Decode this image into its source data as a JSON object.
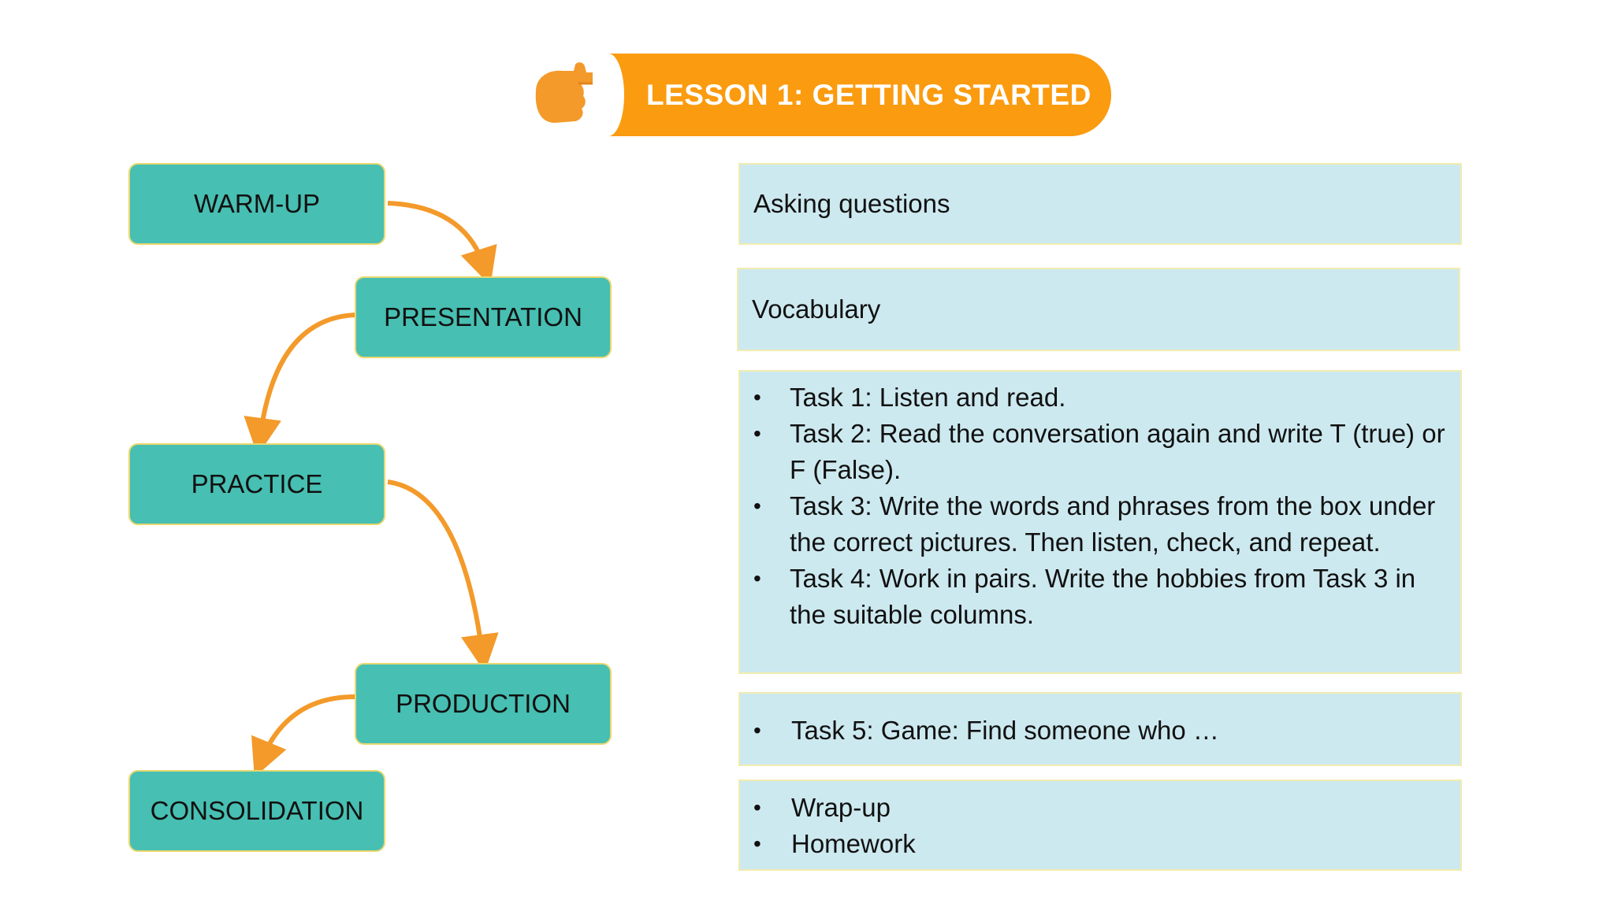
{
  "title": "LESSON 1: GETTING STARTED",
  "colors": {
    "banner": "#fb9b0f",
    "stage_fill": "#47bfb2",
    "stage_border": "#e9d870",
    "panel_fill": "#cde9f0",
    "arrow": "#f39a2a"
  },
  "icons": {
    "pointer": "pointing-hand-icon"
  },
  "stages": [
    "WARM-UP",
    "PRESENTATION",
    "PRACTICE",
    "PRODUCTION",
    "CONSOLIDATION"
  ],
  "panels": {
    "warmup": "Asking questions",
    "presentation": "Vocabulary",
    "practice": [
      "Task 1: Listen and read.",
      "Task 2: Read the conversation again and write T (true) or F (False).",
      "Task 3: Write the words and phrases from the box under the correct pictures. Then listen, check, and repeat.",
      "Task 4: Work in pairs. Write the hobbies from Task 3 in the suitable columns."
    ],
    "production": [
      "Task 5: Game: Find someone who …"
    ],
    "consolidation": [
      "Wrap-up",
      "Homework"
    ]
  }
}
